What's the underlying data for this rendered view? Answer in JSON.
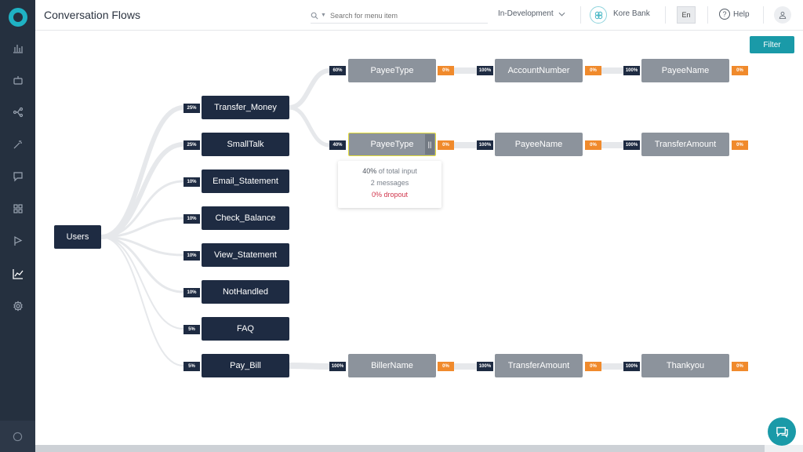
{
  "header": {
    "title": "Conversation Flows",
    "search_placeholder": "Search for menu item",
    "environment": "In-Development",
    "bot_name": "Kore Bank",
    "language": "En",
    "help_label": "Help"
  },
  "filter_label": "Filter",
  "colors": {
    "accent": "#1a9aa8",
    "sidebar": "#25303f",
    "node_dark": "#1e2b42",
    "node_grey": "#8c939c",
    "dropout": "#f08a2c"
  },
  "sidebar_icons": [
    "bar-chart-icon",
    "bot-icon",
    "flow-icon",
    "magic-wand-icon",
    "chat-icon",
    "grid-icon",
    "flag-icon",
    "line-chart-icon",
    "gear-icon"
  ],
  "flow": {
    "root": "Users",
    "intents": [
      {
        "label": "Transfer_Money",
        "percent": "25%"
      },
      {
        "label": "SmallTalk",
        "percent": "25%"
      },
      {
        "label": "Email_Statement",
        "percent": "10%"
      },
      {
        "label": "Check_Balance",
        "percent": "10%"
      },
      {
        "label": "View_Statement",
        "percent": "10%"
      },
      {
        "label": "NotHandled",
        "percent": "10%"
      },
      {
        "label": "FAQ",
        "percent": "5%"
      },
      {
        "label": "Pay_Bill",
        "percent": "5%"
      }
    ],
    "paths": [
      {
        "steps": [
          {
            "label": "PayeeType",
            "in": "60%",
            "out": "0%"
          },
          {
            "label": "AccountNumber",
            "in": "100%",
            "out": "0%"
          },
          {
            "label": "PayeeName",
            "in": "100%",
            "out": "0%"
          }
        ]
      },
      {
        "steps": [
          {
            "label": "PayeeType",
            "in": "40%",
            "out": "0%"
          },
          {
            "label": "PayeeName",
            "in": "100%",
            "out": "0%"
          },
          {
            "label": "TransferAmount",
            "in": "100%",
            "out": "0%"
          }
        ]
      },
      {
        "steps": [
          {
            "label": "BillerName",
            "in": "100%",
            "out": "0%"
          },
          {
            "label": "TransferAmount",
            "in": "100%",
            "out": "0%"
          },
          {
            "label": "Thankyou",
            "in": "100%",
            "out": "0%"
          }
        ]
      }
    ]
  },
  "tooltip": {
    "percent": "40%",
    "percent_suffix": "of total input",
    "messages": "2 messages",
    "dropout": "0% dropout"
  }
}
